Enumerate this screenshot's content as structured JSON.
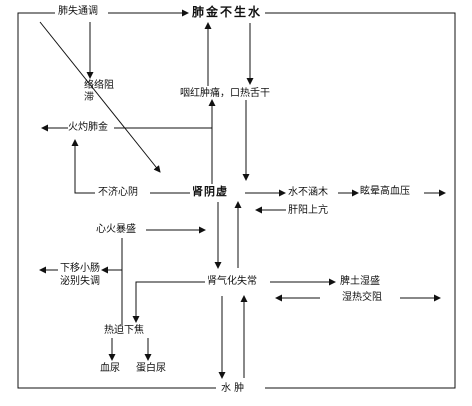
{
  "nodes": {
    "fei_shi_tong_tiao": "肺失通调",
    "fei_jin_bu_sheng_shui": "肺金不生水",
    "luo_zu_zhi": "络络阻滞",
    "yan_hong_zhong_tong": "咽红肿痛，口热舌干",
    "huo_zhuo_fei_jin": "火灼肺金",
    "bu_ji_xin_yang": "不济心阴",
    "shen_yin_xu": "肾阴虚",
    "shui_bu_han_mu": "水不涵木",
    "xuan_yun_gao_xue_ya": "眩晕高血压",
    "gan_yang_shang_kang": "肝阳上亢",
    "xin_huo_bao_sheng": "心火暴盛",
    "xia_yi_xiao_chang": "下移小肠",
    "mi_bie_shi_tiao": "泌别失调",
    "shen_qi_hua_shi_chang": "肾气化失常",
    "pi_tu_shi_sheng": "脾土湿盛",
    "shi_re_jiao_zu": "湿热交阻",
    "re_po_xia_jiao": "热迫下焦",
    "xue_niao": "血尿",
    "dan_bai_niao": "蛋白尿",
    "shui_zhong": "水 肿"
  }
}
